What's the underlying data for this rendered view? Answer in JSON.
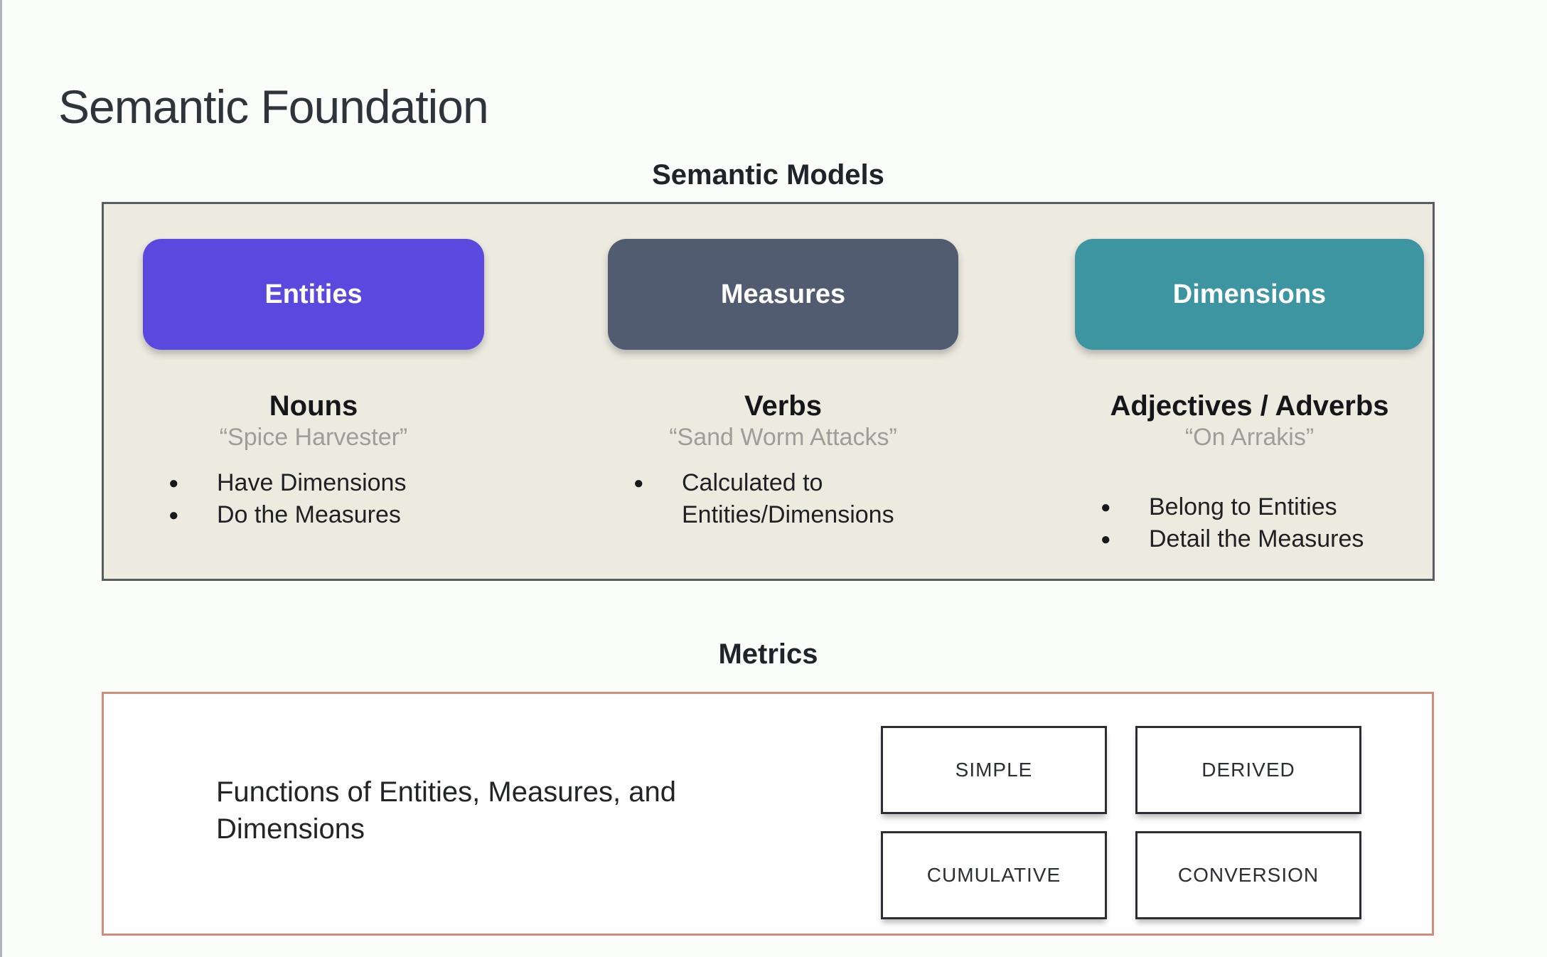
{
  "slide": {
    "title": "Semantic Foundation"
  },
  "semantic_models": {
    "heading": "Semantic Models",
    "panel_bg": "#edebdf",
    "panel_border": "#575d63",
    "columns": [
      {
        "button": {
          "label": "Entities",
          "color": "#5b48df"
        },
        "role": "Nouns",
        "example": "“Spice Harvester”",
        "bullets": [
          "Have Dimensions",
          "Do the Measures"
        ]
      },
      {
        "button": {
          "label": "Measures",
          "color": "#515c70"
        },
        "role": "Verbs",
        "example": "“Sand Worm Attacks”",
        "bullets": [
          "Calculated to Entities/Dimensions"
        ]
      },
      {
        "button": {
          "label": "Dimensions",
          "color": "#3e95a2"
        },
        "role": "Adjectives / Adverbs",
        "example": "“On Arrakis”",
        "bullets": [
          "Belong to Entities",
          "Detail the Measures"
        ]
      }
    ]
  },
  "metrics": {
    "heading": "Metrics",
    "panel_border": "#d08d79",
    "description": "Functions of Entities, Measures, and Dimensions",
    "types": [
      "SIMPLE",
      "DERIVED",
      "CUMULATIVE",
      "CONVERSION"
    ]
  }
}
